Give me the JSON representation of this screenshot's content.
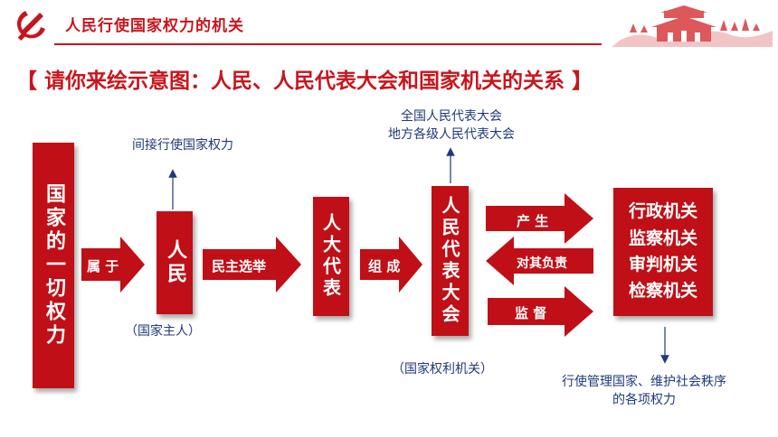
{
  "header": {
    "title": "人民行使国家权力的机关"
  },
  "heading": "【 请你来绘示意图：人民、人民代表大会和国家机关的关系 】",
  "boxes": {
    "power": "国家的一切权力",
    "people": "人民",
    "npc": "人大代表",
    "congress": "人民代表大会",
    "organs": [
      "行政机关",
      "监察机关",
      "审判机关",
      "检察机关"
    ]
  },
  "arrows": {
    "belongs": "属 于",
    "election": "民主选举",
    "compose": "组 成",
    "produce": "产 生",
    "responsible": "对其负责",
    "supervise": "监 督"
  },
  "notes": {
    "indirect": "间接行使国家权力",
    "master": "（国家主人）",
    "congress_levels": [
      "全国人民代表大会",
      "地方各级人民代表大会"
    ],
    "authority": "（国家权利机关）",
    "organs_power": [
      "行使管理国家、维护社会秩序",
      "的各项权力"
    ]
  },
  "colors": {
    "accent": "#c00f16",
    "note_text": "#1f3a7a"
  }
}
